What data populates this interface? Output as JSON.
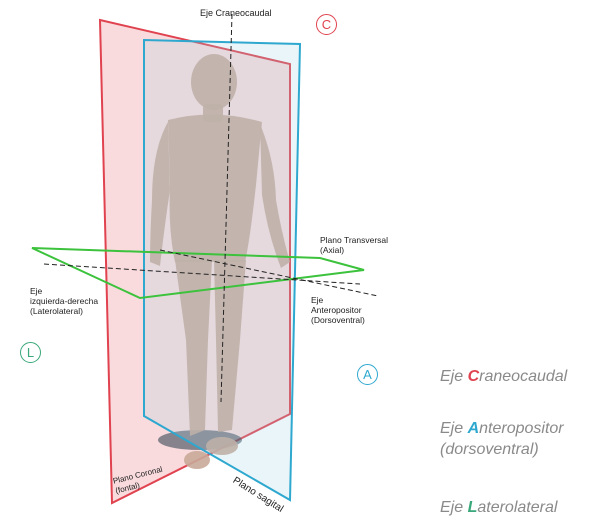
{
  "labels": {
    "eje_craneocaudal": "Eje Craneocaudal",
    "plano_transversal_line1": "Plano Transversal",
    "plano_transversal_line2": "(Axial)",
    "eje_izq_der_line1": "Eje",
    "eje_izq_der_line2": "izquierda-derecha",
    "eje_izq_der_line3": "(Laterolateral)",
    "eje_antero_line1": "Eje",
    "eje_antero_line2": "Anteropositor",
    "eje_antero_line3": "(Dorsoventral)",
    "plano_coronal_line1": "Plano Coronal",
    "plano_coronal_line2": "(fontal)",
    "plano_sagital": "Plano sagital"
  },
  "badges": {
    "c": "C",
    "a": "A",
    "l": "L"
  },
  "legend": {
    "craneo": {
      "prefix": "Eje ",
      "accent": "C",
      "rest": "raneocaudal"
    },
    "antero": {
      "prefix": "Eje ",
      "accent": "A",
      "rest": "nteropositor",
      "line2": "(dorsoventral)"
    },
    "latero": {
      "prefix": "Eje ",
      "accent": "L",
      "rest": "aterolateral"
    }
  },
  "colors": {
    "coronal_plane": "#e0434f",
    "sagittal_plane": "#2ea8cf",
    "transverse_plane": "#3cc23c",
    "badge_c": "#e0434f",
    "badge_a": "#2ea8cf",
    "badge_l": "#3aa87a",
    "figure_skin": "#c8a898"
  }
}
